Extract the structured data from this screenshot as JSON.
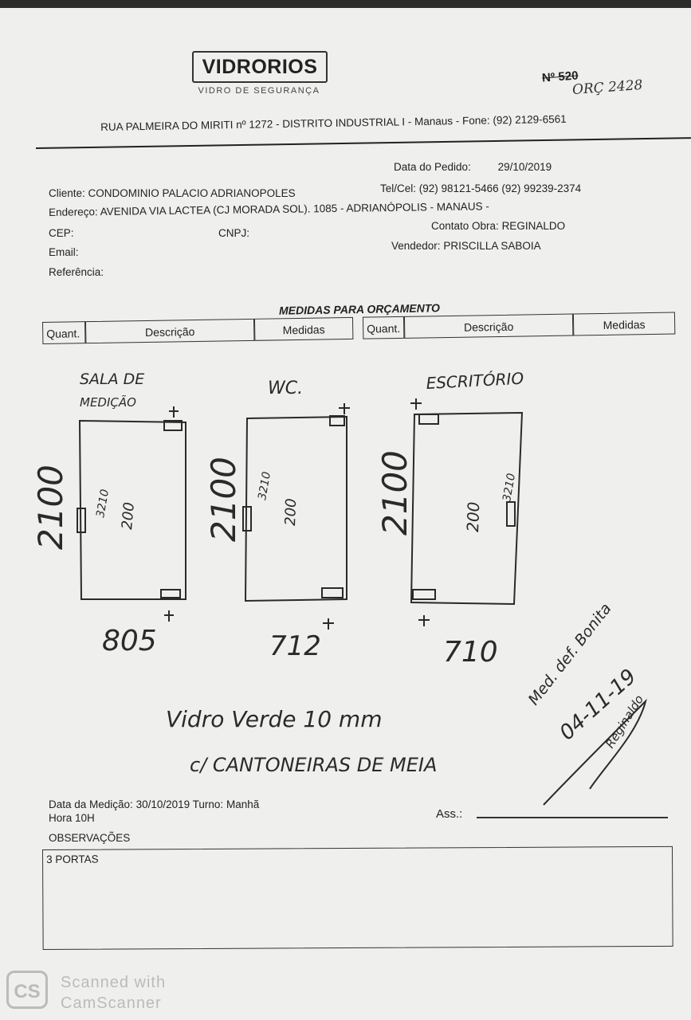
{
  "header": {
    "brand": "VIDRORIOS",
    "tagline": "VIDRO DE SEGURANÇA",
    "number_struck": "Nº 520",
    "orc_handwritten": "ORÇ 2428",
    "address": "RUA PALMEIRA DO MIRITI nº 1272 - DISTRITO INDUSTRIAL I - Manaus - Fone: (92) 2129-6561"
  },
  "order": {
    "date_label": "Data do Pedido:",
    "date_value": "29/10/2019",
    "client_label": "Cliente:",
    "client_value": "CONDOMINIO PALACIO ADRIANOPOLES",
    "phone_label": "Tel/Cel:",
    "phone_value": "(92) 98121-5466   (92) 99239-2374",
    "address_label": "Endereço:",
    "address_value": "AVENIDA VIA LACTEA (CJ MORADA SOL). 1085 - ADRIANÓPOLIS - MANAUS -",
    "cep_label": "CEP:",
    "cnpj_label": "CNPJ:",
    "contact_label": "Contato Obra:",
    "contact_value": "REGINALDO",
    "email_label": "Email:",
    "seller_label": "Vendedor:",
    "seller_value": "PRISCILLA SABOIA",
    "reference_label": "Referência:"
  },
  "section_title": "MEDIDAS PARA ORÇAMENTO",
  "table_headers": [
    "Quant.",
    "Descrição",
    "Medidas",
    "Quant.",
    "Descrição",
    "Medidas"
  ],
  "sketches": [
    {
      "room": "SALA DE MEDIÇÃO",
      "height": "2100",
      "width": "805",
      "inner_a": "3210",
      "inner_b": "200"
    },
    {
      "room": "WC.",
      "height": "2100",
      "width": "712",
      "inner_a": "3210",
      "inner_b": "200"
    },
    {
      "room": "ESCRITÓRIO",
      "height": "2100",
      "width": "710",
      "inner_a": "3210",
      "inner_b": "200"
    }
  ],
  "notes": {
    "line1": "Vidro Verde 10 mm",
    "line2": "c/ CANTONEIRAS DE MEIA",
    "side_note": "Med. def. Bonita",
    "side_date": "04-11-19",
    "side_name": "Reginaldo"
  },
  "footer": {
    "measure_date_label": "Data da Medição:",
    "measure_date_value": "30/10/2019",
    "shift_label": "Turno:",
    "shift_value": "Manhã",
    "hour_label": "Hora",
    "hour_value": "10H",
    "signature_label": "Ass.:",
    "observations_label": "OBSERVAÇÕES",
    "observations_value": "3 PORTAS"
  },
  "watermark": {
    "icon": "CS",
    "line1": "Scanned with",
    "line2": "CamScanner"
  }
}
